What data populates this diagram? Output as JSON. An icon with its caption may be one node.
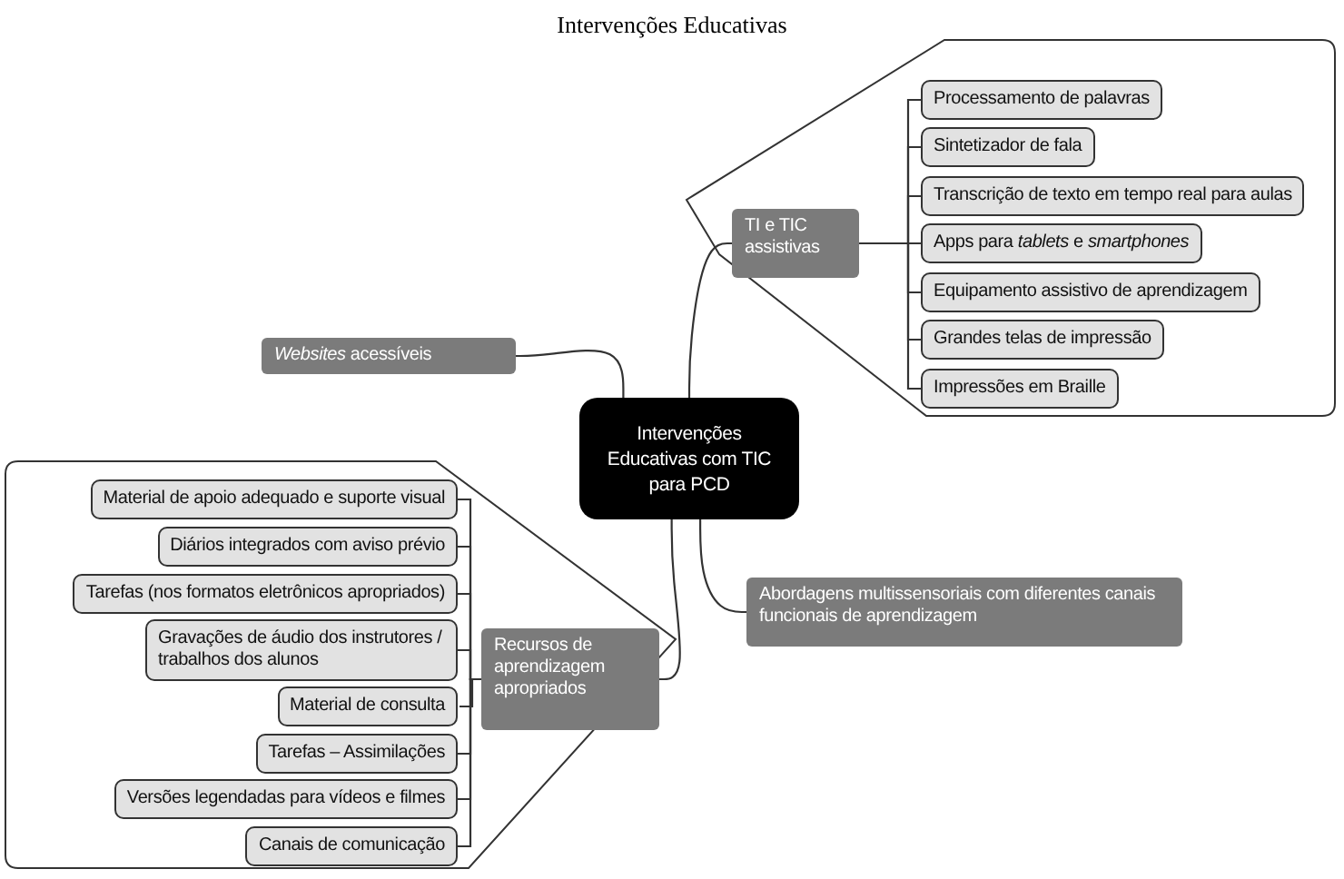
{
  "diagram": {
    "title": "Intervenções Educativas",
    "nodes": [
      {
        "text": [
          "Intervenções Educativas com TIC para PCD"
        ]
      },
      {
        "text": [
          "TI e TIC assistivas"
        ]
      },
      {
        "text": [
          "Processamento de palavras"
        ]
      },
      {
        "text": [
          "Sintetizador de fala"
        ]
      },
      {
        "text": [
          "Transcrição de texto em tempo real para aulas"
        ]
      },
      {
        "text": [
          "Apps para *tablets* e *smartphones*"
        ]
      },
      {
        "text": [
          "Equipamento assistivo de aprendizagem"
        ]
      },
      {
        "text": [
          "Grandes telas de impressão"
        ]
      },
      {
        "text": [
          "Impressões em Braille"
        ]
      },
      {
        "text": [
          "*Websites* acessíveis"
        ]
      },
      {
        "text": [
          "Abordagens multissensoriais com diferentes canais funcionais de aprendizagem"
        ]
      },
      {
        "text": [
          "Recursos de aprendizagem apropriados"
        ]
      },
      {
        "text": [
          "Material de apoio adequado e suporte visual"
        ]
      },
      {
        "text": [
          "Diários integrados com aviso prévio"
        ]
      },
      {
        "text": [
          "Tarefas (nos formatos eletrônicos apropriados)"
        ]
      },
      {
        "text": [
          "Gravações de áudio dos instrutores / trabalhos dos alunos"
        ]
      },
      {
        "text": [
          "Material de consulta"
        ]
      },
      {
        "text": [
          "Tarefas – Assimilações"
        ]
      },
      {
        "text": [
          "Versões legendadas para vídeos e filmes"
        ]
      },
      {
        "text": [
          "Canais de comunicação"
        ]
      }
    ],
    "edges": [
      {
        "from": 0,
        "to": 1,
        "arrow": "none"
      },
      {
        "from": 1,
        "to": 2,
        "arrow": "none"
      },
      {
        "from": 1,
        "to": 3,
        "arrow": "none"
      },
      {
        "from": 1,
        "to": 4,
        "arrow": "none"
      },
      {
        "from": 1,
        "to": 5,
        "arrow": "none"
      },
      {
        "from": 1,
        "to": 6,
        "arrow": "none"
      },
      {
        "from": 1,
        "to": 7,
        "arrow": "none"
      },
      {
        "from": 1,
        "to": 8,
        "arrow": "none"
      },
      {
        "from": 0,
        "to": 9,
        "arrow": "none"
      },
      {
        "from": 0,
        "to": 10,
        "arrow": "none"
      },
      {
        "from": 0,
        "to": 11,
        "arrow": "none"
      },
      {
        "from": 11,
        "to": 12,
        "arrow": "none"
      },
      {
        "from": 11,
        "to": 13,
        "arrow": "none"
      },
      {
        "from": 11,
        "to": 14,
        "arrow": "none"
      },
      {
        "from": 11,
        "to": 15,
        "arrow": "none"
      },
      {
        "from": 11,
        "to": 16,
        "arrow": "none"
      },
      {
        "from": 11,
        "to": 17,
        "arrow": "none"
      },
      {
        "from": 11,
        "to": 18,
        "arrow": "none"
      },
      {
        "from": 11,
        "to": 19,
        "arrow": "none"
      }
    ]
  }
}
